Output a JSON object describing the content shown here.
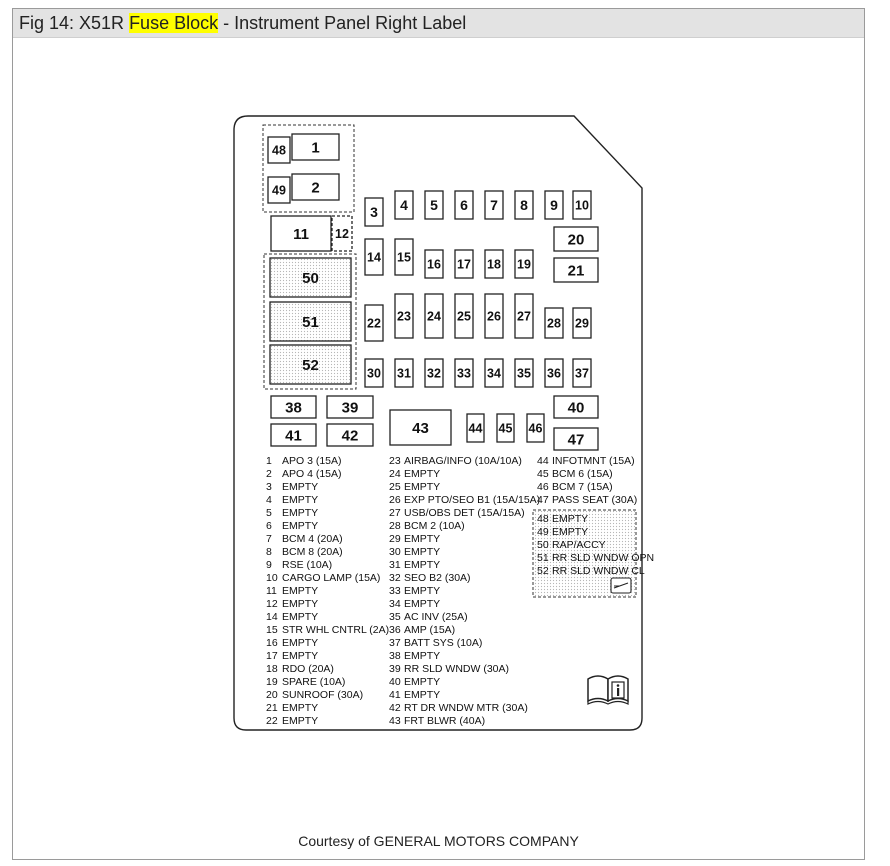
{
  "title": {
    "prefix": "Fig 14: X51R ",
    "highlight": "Fuse Block",
    "suffix": " - Instrument Panel Right Label"
  },
  "footer": "Courtesy of GENERAL MOTORS COMPANY",
  "colors": {
    "highlight": "#ffff00",
    "titlebar": "#e3e3e3",
    "line": "#222222"
  },
  "icons": [
    "owner-manual-book-icon",
    "fuse-puller-icon"
  ],
  "fuses": [
    "48",
    "1",
    "49",
    "2",
    "3",
    "4",
    "5",
    "6",
    "7",
    "8",
    "9",
    "10",
    "20",
    "11",
    "12",
    "14",
    "15",
    "16",
    "17",
    "18",
    "19",
    "21",
    "50",
    "51",
    "52",
    "22",
    "23",
    "24",
    "25",
    "26",
    "27",
    "28",
    "29",
    "30",
    "31",
    "32",
    "33",
    "34",
    "35",
    "36",
    "37",
    "38",
    "39",
    "43",
    "44",
    "45",
    "46",
    "40",
    "41",
    "42",
    "47"
  ],
  "legend": {
    "col1": [
      {
        "num": "1",
        "desc": "APO 3 (15A)"
      },
      {
        "num": "2",
        "desc": "APO 4 (15A)"
      },
      {
        "num": "3",
        "desc": "EMPTY"
      },
      {
        "num": "4",
        "desc": "EMPTY"
      },
      {
        "num": "5",
        "desc": "EMPTY"
      },
      {
        "num": "6",
        "desc": "EMPTY"
      },
      {
        "num": "7",
        "desc": "BCM 4 (20A)"
      },
      {
        "num": "8",
        "desc": "BCM 8 (20A)"
      },
      {
        "num": "9",
        "desc": "RSE (10A)"
      },
      {
        "num": "10",
        "desc": "CARGO LAMP (15A)"
      },
      {
        "num": "11",
        "desc": "EMPTY"
      },
      {
        "num": "12",
        "desc": "EMPTY"
      },
      {
        "num": "14",
        "desc": "EMPTY"
      },
      {
        "num": "15",
        "desc": "STR WHL CNTRL (2A)"
      },
      {
        "num": "16",
        "desc": "EMPTY"
      },
      {
        "num": "17",
        "desc": "EMPTY"
      },
      {
        "num": "18",
        "desc": "RDO (20A)"
      },
      {
        "num": "19",
        "desc": "SPARE (10A)"
      },
      {
        "num": "20",
        "desc": "SUNROOF (30A)"
      },
      {
        "num": "21",
        "desc": "EMPTY"
      },
      {
        "num": "22",
        "desc": "EMPTY"
      }
    ],
    "col2": [
      {
        "num": "23",
        "desc": "AIRBAG/INFO (10A/10A)"
      },
      {
        "num": "24",
        "desc": "EMPTY"
      },
      {
        "num": "25",
        "desc": "EMPTY"
      },
      {
        "num": "26",
        "desc": "EXP PTO/SEO B1 (15A/15A)"
      },
      {
        "num": "27",
        "desc": "USB/OBS DET (15A/15A)"
      },
      {
        "num": "28",
        "desc": "BCM 2 (10A)"
      },
      {
        "num": "29",
        "desc": "EMPTY"
      },
      {
        "num": "30",
        "desc": "EMPTY"
      },
      {
        "num": "31",
        "desc": "EMPTY"
      },
      {
        "num": "32",
        "desc": "SEO B2 (30A)"
      },
      {
        "num": "33",
        "desc": "EMPTY"
      },
      {
        "num": "34",
        "desc": "EMPTY"
      },
      {
        "num": "35",
        "desc": "AC INV (25A)"
      },
      {
        "num": "36",
        "desc": "AMP (15A)"
      },
      {
        "num": "37",
        "desc": "BATT SYS (10A)"
      },
      {
        "num": "38",
        "desc": "EMPTY"
      },
      {
        "num": "39",
        "desc": "RR SLD WNDW (30A)"
      },
      {
        "num": "40",
        "desc": "EMPTY"
      },
      {
        "num": "41",
        "desc": "EMPTY"
      },
      {
        "num": "42",
        "desc": "RT DR WNDW MTR (30A)"
      },
      {
        "num": "43",
        "desc": "FRT BLWR (40A)"
      }
    ],
    "col3": [
      {
        "num": "44",
        "desc": "INFOTMNT (15A)"
      },
      {
        "num": "45",
        "desc": "BCM 6 (15A)"
      },
      {
        "num": "46",
        "desc": "BCM 7 (15A)"
      },
      {
        "num": "47",
        "desc": "PASS SEAT (30A)"
      }
    ],
    "col3_boxed": [
      {
        "num": "48",
        "desc": "EMPTY"
      },
      {
        "num": "49",
        "desc": "EMPTY"
      },
      {
        "num": "50",
        "desc": "RAP/ACCY"
      },
      {
        "num": "51",
        "desc": "RR SLD WNDW OPN"
      },
      {
        "num": "52",
        "desc": "RR SLD WNDW CL"
      }
    ]
  }
}
